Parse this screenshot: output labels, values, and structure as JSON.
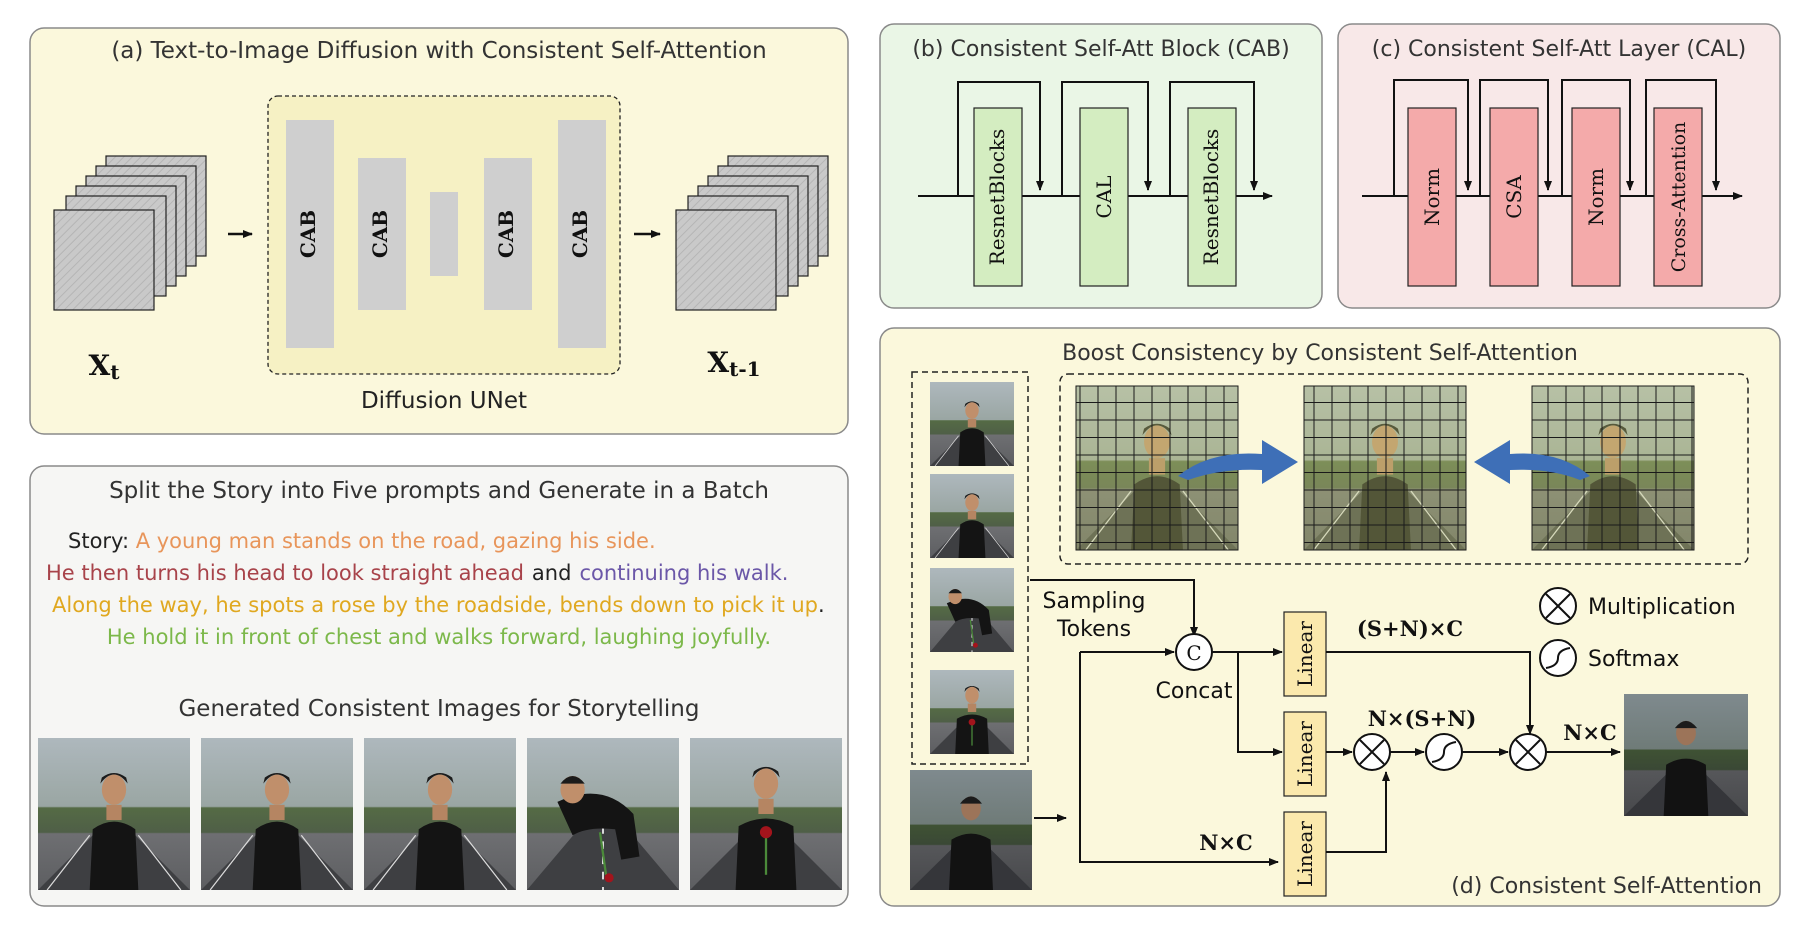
{
  "colors": {
    "panel_yellow_fill": "#fbf8dc",
    "panel_green_fill": "#eaf6e6",
    "panel_pink_fill": "#f8e8e8",
    "panel_gray_fill": "#f6f6f4",
    "unet_fill": "#f6f1c4",
    "block_gray": "#cfcfcf",
    "block_green": "#d4edc1",
    "block_pink": "#f4aaaa",
    "linear_fill": "#fbe9ad",
    "arrow_blue": "#3e6fb7",
    "story_orange": "#e8955a",
    "story_red": "#a8434a",
    "story_black": "#222222",
    "story_purple": "#6b57a8",
    "story_gold": "#e0a820",
    "story_green": "#7cb84a"
  },
  "panel_a": {
    "title": "(a) Text-to-Image Diffusion with Consistent Self-Attention",
    "unet_label": "Diffusion UNet",
    "block_labels": [
      "CAB",
      "CAB",
      "",
      "CAB",
      "CAB"
    ],
    "input_base": "X",
    "input_sub": "t",
    "output_base": "X",
    "output_sub": "t-1"
  },
  "panel_b": {
    "title": "(b) Consistent Self-Att Block (CAB)",
    "blocks": [
      "ResnetBlocks",
      "CAL",
      "ResnetBlocks"
    ]
  },
  "panel_c": {
    "title": "(c) Consistent Self-Att Layer (CAL)",
    "blocks": [
      "Norm",
      "CSA",
      "Norm",
      "Cross-Attention"
    ]
  },
  "panel_story": {
    "title": "Split the Story into Five prompts  and Generate in a Batch",
    "story_prefix": "Story: ",
    "segment_1": "A young man stands on the road, gazing his side.",
    "segment_2": "He then turns his head to look straight ahead",
    "segment_3": "and",
    "segment_4": "continuing his walk.",
    "segment_5": "Along the way, he spots a rose by the roadside, bends down to pick it up",
    "segment_6": ".",
    "segment_7": "He hold it in front of chest and walks forward, laughing joyfully.",
    "gallery_title": "Generated Consistent Images for Storytelling"
  },
  "panel_d": {
    "title": "Boost Consistency by Consistent Self-Attention",
    "footer": "(d) Consistent Self-Attention",
    "sampling_label_1": "Sampling",
    "sampling_label_2": "Tokens",
    "concat_symbol": "C",
    "concat_label": "Concat",
    "linear_label": "Linear",
    "dim_top": "(S+N)×C",
    "dim_mid": "N×(S+N)",
    "dim_out": "N×C",
    "dim_bottom": "N×C",
    "legend_mult": "Multiplication",
    "legend_softmax": "Softmax"
  }
}
